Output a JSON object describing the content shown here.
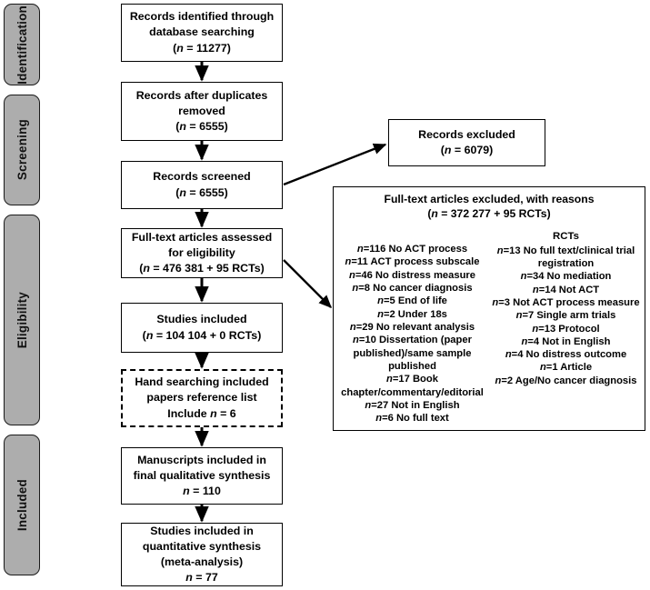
{
  "diagram": {
    "title": "PRISMA flow diagram",
    "colors": {
      "stage_fill": "#adadad",
      "stage_border": "#1a1a1a",
      "box_border": "#000000",
      "background": "#ffffff"
    }
  },
  "stages": [
    {
      "label": "Identification"
    },
    {
      "label": "Screening"
    },
    {
      "label": "Eligibility"
    },
    {
      "label": "Included"
    }
  ],
  "flow": {
    "identified": {
      "line1": "Records identified through",
      "line2": "database searching",
      "line3_pre": "(",
      "line3_n": "n",
      "line3_post": " = 11277)"
    },
    "after_duplicates": {
      "line1": "Records after duplicates",
      "line2": "removed",
      "line3_pre": "(",
      "line3_n": "n",
      "line3_post": " = 6555)"
    },
    "screened": {
      "line1": "Records screened",
      "line2_pre": "(",
      "line2_n": "n",
      "line2_post": " = 6555)"
    },
    "fulltext_assessed": {
      "line1": "Full-text articles assessed",
      "line2": "for eligibility",
      "line3_pre": "(",
      "line3_n": "n",
      "line3_post": " = 476 381 + 95 RCTs)"
    },
    "studies_included": {
      "line1": "Studies included",
      "line2_pre": "(",
      "line2_n": "n",
      "line2_post": " = 104 104 + 0 RCTs)"
    },
    "hand_searching": {
      "line1": "Hand searching included",
      "line2": "papers reference list",
      "line3_pre": "Include ",
      "line3_n": "n",
      "line3_post": " = 6"
    },
    "qualitative": {
      "line1": "Manuscripts included in",
      "line2": "final qualitative synthesis",
      "line3_n": "n",
      "line3_post": " = 110"
    },
    "quantitative": {
      "line1": "Studies included in",
      "line2": "quantitative synthesis",
      "line3": "(meta-analysis)",
      "line4_n": "n",
      "line4_post": " = 77"
    }
  },
  "records_excluded": {
    "line1": "Records excluded",
    "line2_pre": "(",
    "line2_n": "n",
    "line2_post": " = 6079)"
  },
  "excluded_detail": {
    "header_line1": "Full-text  articles excluded, with reasons",
    "header_line2_pre": "(",
    "header_line2_n": "n",
    "header_line2_post": " = 372 277 + 95 RCTs)",
    "rcts_title": "RCTs",
    "left_reasons": [
      "n=116 No ACT process",
      "n=11 ACT process subscale",
      "n=46 No distress measure",
      "n=8 No cancer diagnosis",
      "n=5 End of life",
      "n=2 Under 18s",
      "n=29 No relevant analysis",
      "n=10 Dissertation (paper",
      "published)/same sample",
      "published",
      "n=17 Book",
      "chapter/commentary/editorial",
      "n=27 Not in English",
      "n=6 No full text"
    ],
    "right_reasons": [
      "n=13 No full text/clinical trial",
      "registration",
      "n=34 No mediation",
      "n=14 Not ACT",
      "n=3 Not ACT  process measure",
      "n=7 Single arm trials",
      "n=13 Protocol",
      "n=4 Not in English",
      "n=4 No distress outcome",
      "n=1 Article",
      "n=2 Age/No  cancer diagnosis"
    ]
  }
}
